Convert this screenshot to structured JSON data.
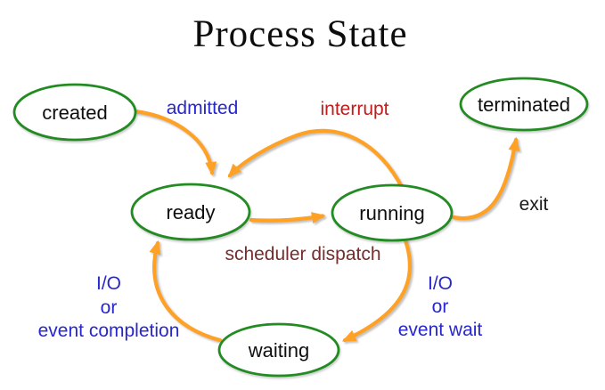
{
  "title": "Process State",
  "colors": {
    "background": "#ffffff",
    "node_border_green": "#228b22",
    "arrow_orange": "#ffa125",
    "label_blue": "#2727cd",
    "label_red": "#c11b1b",
    "label_maroon": "#752d2d",
    "label_black": "#1a1a1a",
    "title_black": "#0d0d0d"
  },
  "nodes": {
    "created": {
      "label": "created"
    },
    "ready": {
      "label": "ready"
    },
    "running": {
      "label": "running"
    },
    "waiting": {
      "label": "waiting"
    },
    "terminated": {
      "label": "terminated"
    }
  },
  "edges": {
    "admitted": {
      "label": "admitted",
      "from": "created",
      "to": "ready"
    },
    "interrupt": {
      "label": "interrupt",
      "from": "running",
      "to": "ready"
    },
    "scheduler_dispatch": {
      "label": "scheduler dispatch",
      "from": "ready",
      "to": "running"
    },
    "exit": {
      "label": "exit",
      "from": "running",
      "to": "terminated"
    },
    "event_wait": {
      "lines": [
        "I/O",
        "or",
        "event wait"
      ],
      "from": "running",
      "to": "waiting"
    },
    "event_completion": {
      "lines": [
        "I/O",
        "or",
        "event completion"
      ],
      "from": "waiting",
      "to": "ready"
    }
  }
}
